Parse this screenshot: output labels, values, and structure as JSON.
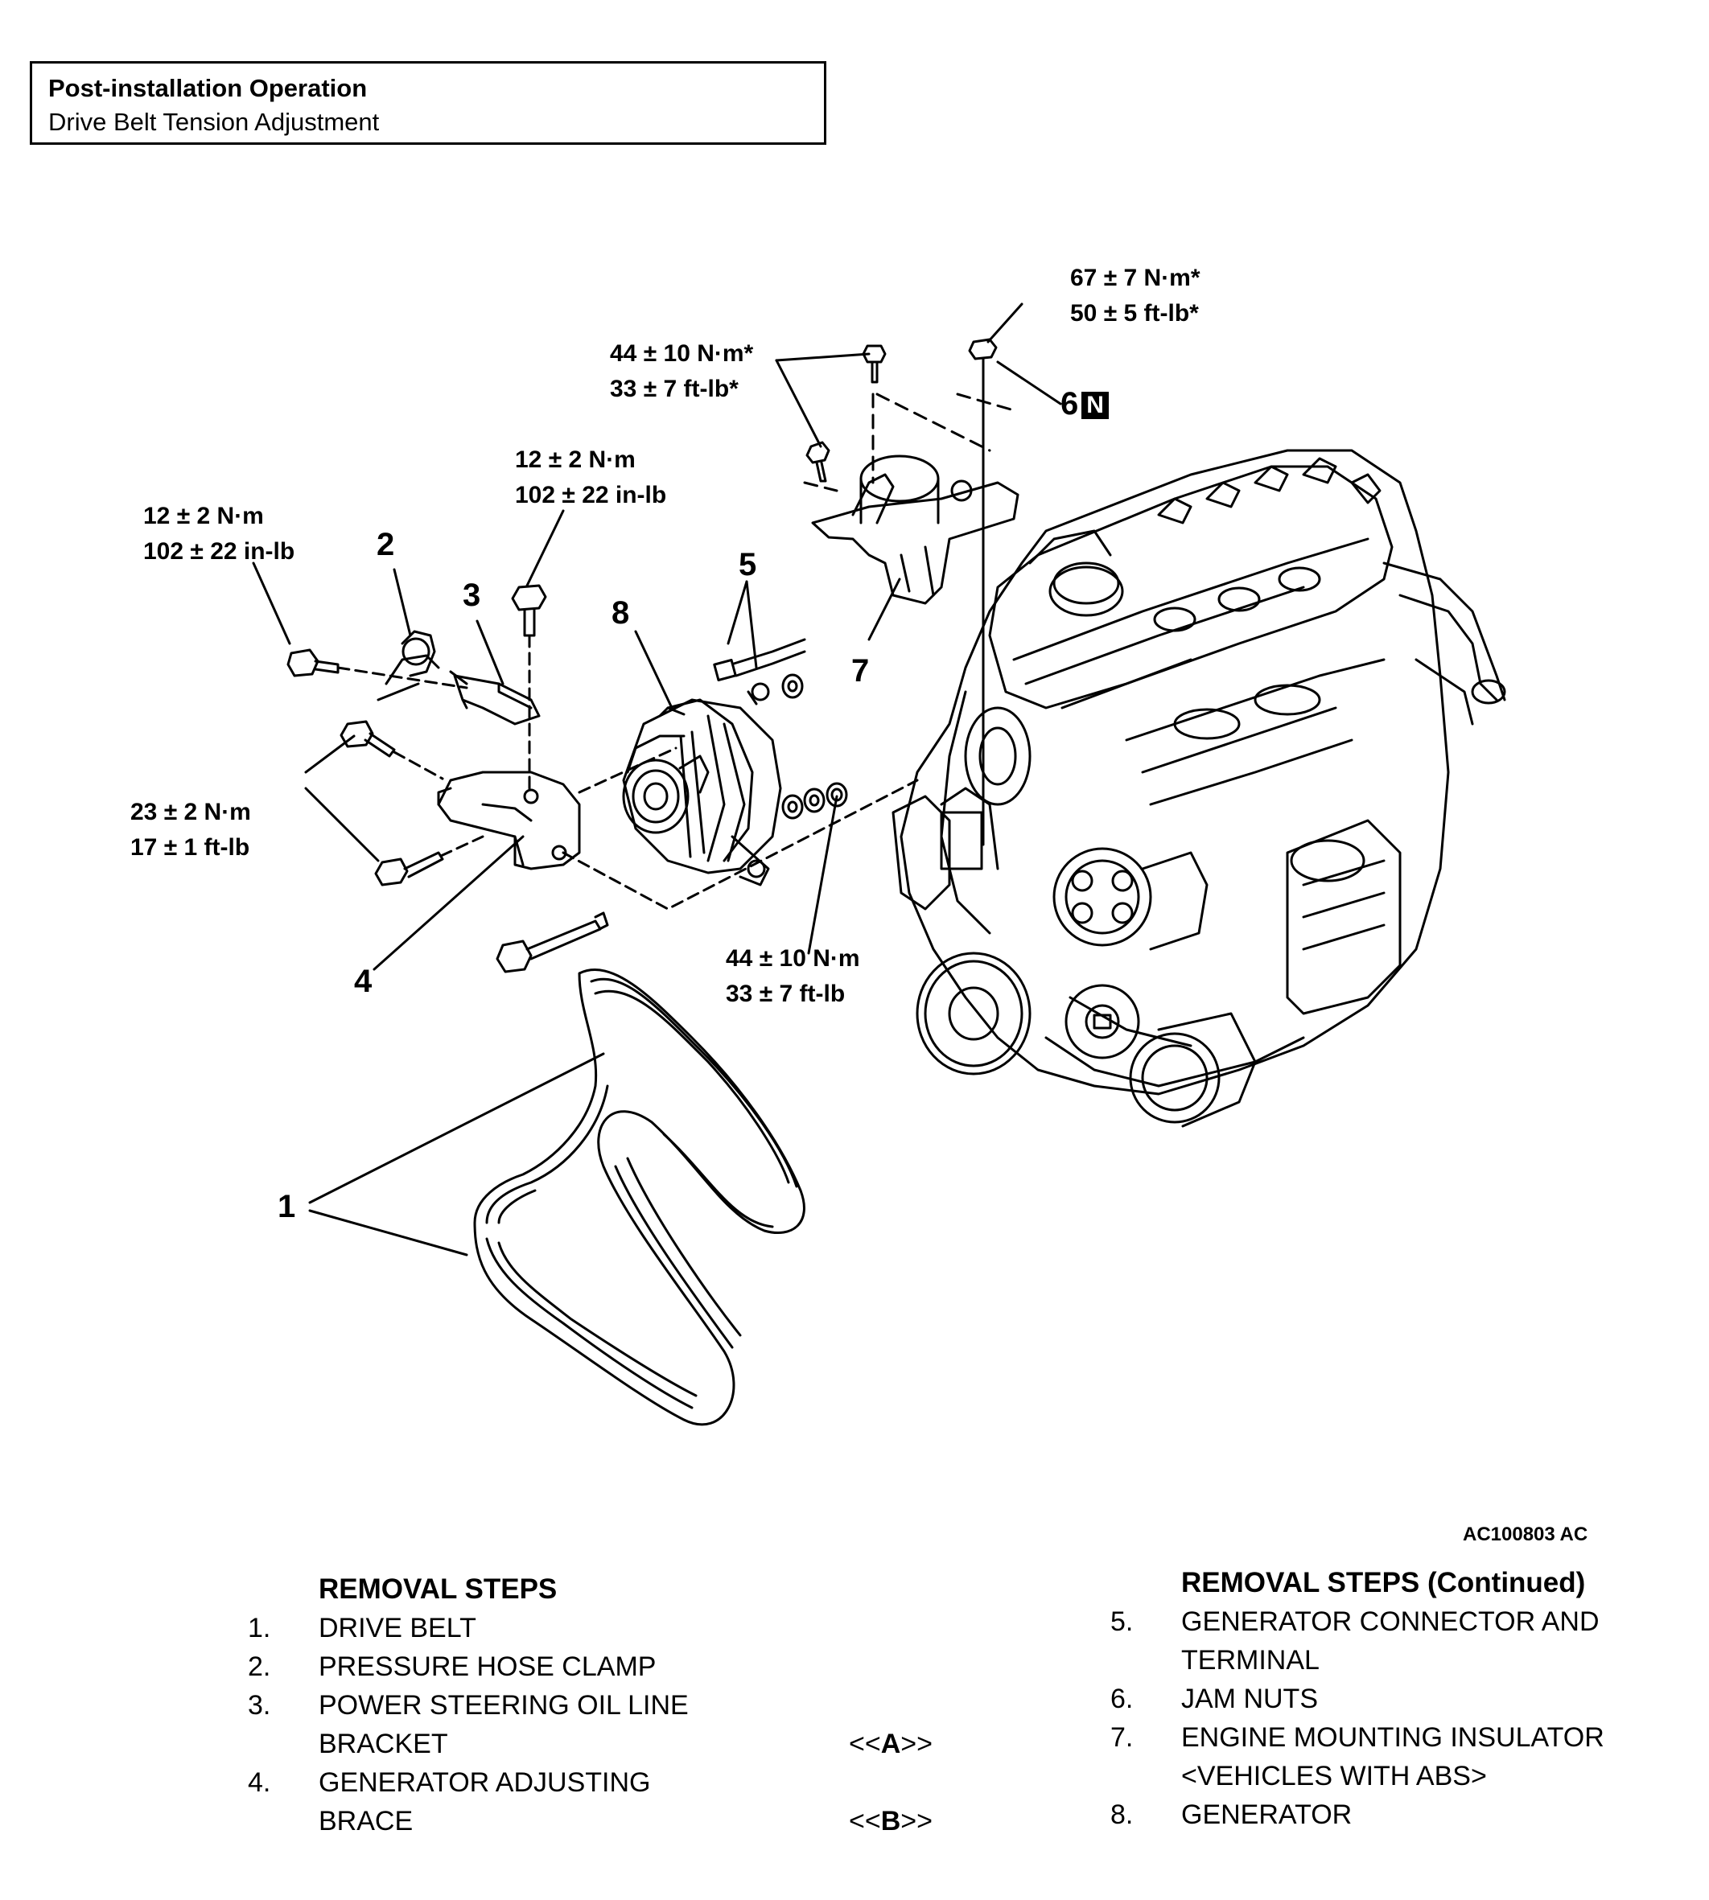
{
  "header": {
    "title": "Post-installation Operation",
    "subtitle": "Drive Belt Tension Adjustment"
  },
  "torque_specs": {
    "t67": [
      "67 ± 7 N·m*",
      "50 ± 5 ft-lb*"
    ],
    "t44s": [
      "44 ± 10 N·m*",
      "33 ± 7 ft-lb*"
    ],
    "t12a": [
      "12 ± 2 N·m",
      "102 ± 22 in-lb"
    ],
    "t12b": [
      "12 ± 2 N·m",
      "102 ± 22 in-lb"
    ],
    "t23": [
      "23 ± 2 N·m",
      "17 ± 1 ft-lb"
    ],
    "t44": [
      "44 ± 10 N·m",
      "33 ± 7 ft-lb"
    ]
  },
  "callouts": {
    "c1": "1",
    "c2": "2",
    "c3": "3",
    "c4": "4",
    "c5": "5",
    "c6": "6",
    "c6_flag": "N",
    "c7": "7",
    "c8": "8"
  },
  "figure_id": "AC100803 AC",
  "removal_steps_left": {
    "title": "REMOVAL STEPS",
    "items": [
      {
        "idx": "1.",
        "text": "DRIVE BELT"
      },
      {
        "idx": "2.",
        "text": "PRESSURE HOSE CLAMP"
      },
      {
        "idx": "3.",
        "text": "POWER STEERING OIL LINE"
      },
      {
        "idx": "",
        "text": "BRACKET"
      },
      {
        "idx": "4.",
        "text": "GENERATOR ADJUSTING"
      },
      {
        "idx": "",
        "text": "BRACE"
      }
    ]
  },
  "refs": {
    "a": {
      "pre": "<<",
      "mark": "A",
      "post": ">>"
    },
    "b": {
      "pre": "<<",
      "mark": "B",
      "post": ">>"
    }
  },
  "removal_steps_right": {
    "title": "REMOVAL STEPS (Continued)",
    "items": [
      {
        "idx": "5.",
        "text": "GENERATOR CONNECTOR AND"
      },
      {
        "idx": "",
        "text": "TERMINAL"
      },
      {
        "idx": "6.",
        "text": "JAM NUTS"
      },
      {
        "idx": "7.",
        "text": "ENGINE MOUNTING INSULATOR"
      },
      {
        "idx": "",
        "text": "<VEHICLES WITH ABS>"
      },
      {
        "idx": "8.",
        "text": "GENERATOR"
      }
    ]
  }
}
